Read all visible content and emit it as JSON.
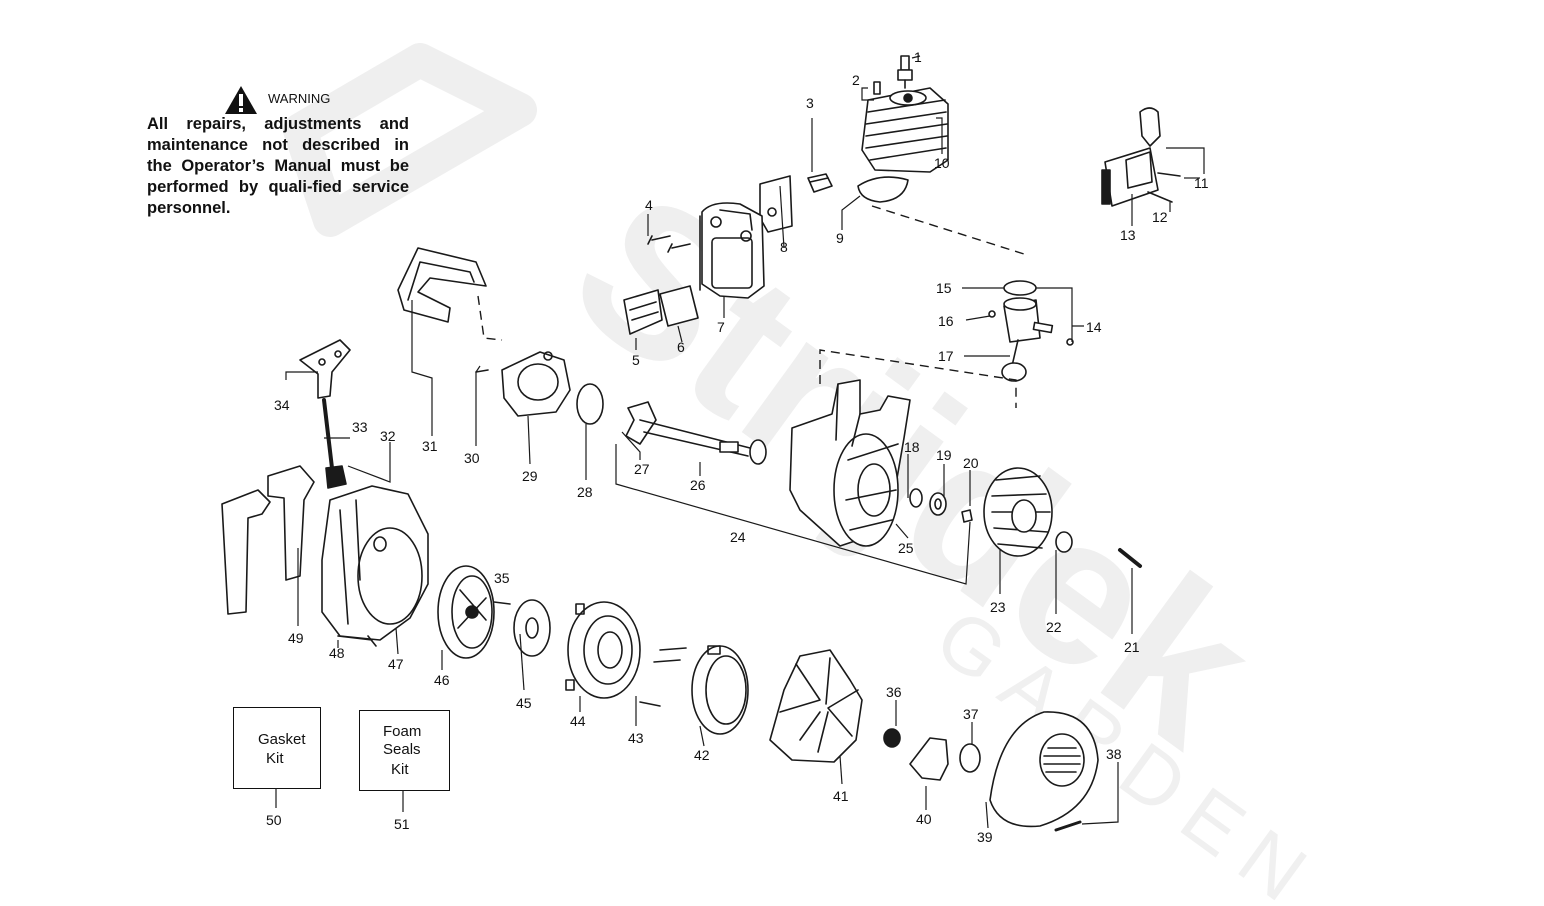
{
  "warning": {
    "title": "WARNING",
    "body": "All repairs, adjustments and maintenance not described in the Operator’s Manual must be performed by quali-fied service personnel."
  },
  "kits": {
    "gasket": {
      "line1": "Gasket",
      "line2": "Kit",
      "number": "50"
    },
    "foam": {
      "line1": "Foam",
      "line2": "Seals",
      "line3": "Kit",
      "number": "51"
    }
  },
  "watermark": {
    "brand": "Strijdek",
    "sub": "GARDEN"
  },
  "parts": [
    "1",
    "2",
    "3",
    "4",
    "5",
    "6",
    "7",
    "8",
    "9",
    "10",
    "11",
    "12",
    "13",
    "14",
    "15",
    "16",
    "17",
    "18",
    "19",
    "20",
    "21",
    "22",
    "23",
    "24",
    "25",
    "26",
    "27",
    "28",
    "29",
    "30",
    "31",
    "32",
    "33",
    "34",
    "35",
    "36",
    "37",
    "38",
    "39",
    "40",
    "41",
    "42",
    "43",
    "44",
    "45",
    "46",
    "47",
    "48",
    "49"
  ],
  "colors": {
    "line": "#1a1a1a",
    "watermark": "#ececec"
  }
}
